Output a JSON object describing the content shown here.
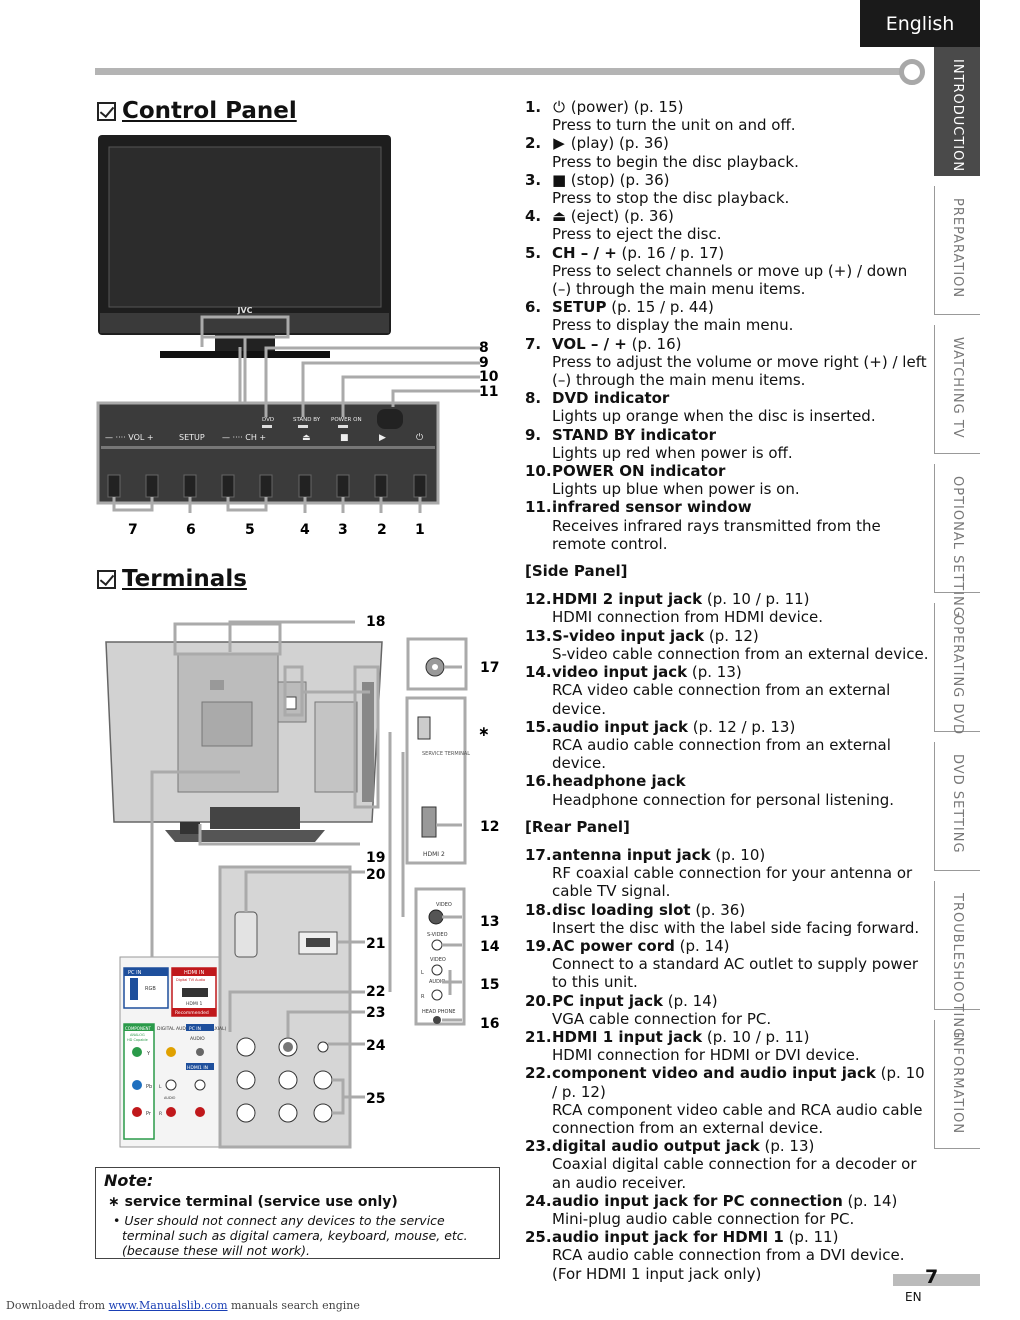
{
  "language": "English",
  "sidebar": {
    "tabs": [
      "INTRODUCTION",
      "PREPARATION",
      "WATCHING TV",
      "OPTIONAL SETTING",
      "OPERATING DVD",
      "DVD SETTING",
      "TROUBLESHOOTING",
      "INFORMATION"
    ]
  },
  "control_panel": {
    "title": "Control Panel",
    "brand": "JVC",
    "panel_labels": {
      "vol": "VOL",
      "setup": "SETUP",
      "ch": "CH",
      "dvd": "DVD",
      "standby": "STAND BY",
      "power_on": "POWER ON"
    },
    "callouts_top": [
      "8",
      "9",
      "10",
      "11"
    ],
    "callouts_bottom": [
      "7",
      "6",
      "5",
      "4",
      "3",
      "2",
      "1"
    ]
  },
  "terminals": {
    "title": "Terminals",
    "callouts": [
      "18",
      "17",
      "∗",
      "12",
      "19",
      "20",
      "21",
      "13",
      "14",
      "22",
      "15",
      "23",
      "16",
      "24",
      "25"
    ],
    "side_labels": {
      "service": "SERVICE TERMINAL",
      "hdmi2": "HDMI 2",
      "video": "VIDEO",
      "svideo": "S-VIDEO",
      "video2": "VIDEO",
      "audio": "AUDIO",
      "headphone": "HEAD PHONE",
      "l": "L",
      "r": "R"
    },
    "rear_labels": {
      "pcin": "PC IN",
      "rgb": "RGB",
      "hdmiin": "HDMI IN",
      "hdmi_sub": "Digital TVI Audio",
      "hdmi1": "HDMI 1",
      "recommended": "Recommended",
      "component": "COMPONENT",
      "analog": "ANALOG",
      "hd_capable": "HD Capable",
      "digital_audio": "DIGITAL AUDIO OUT (COAXIAL)",
      "pcin2": "PC IN",
      "audio2": "AUDIO",
      "hdmi1in": "HDMI1  IN",
      "y": "Y",
      "pb": "Pb",
      "pr": "Pr",
      "l": "L",
      "r": "R",
      "audio_small": "AUDIO"
    }
  },
  "note": {
    "title": "Note:",
    "item": "service terminal (service use only)",
    "star": "∗",
    "text": "User should not connect any devices to the service terminal such as digital camera, keyboard, mouse, etc. (because these will not work)."
  },
  "items_a": [
    {
      "n": "1.",
      "sym": "⏻",
      "bold": "",
      "ref": "(power) (p. 15)",
      "desc": "Press to turn the unit on and off."
    },
    {
      "n": "2.",
      "sym": "▶",
      "bold": "",
      "ref": "(play) (p. 36)",
      "desc": "Press to begin the disc playback."
    },
    {
      "n": "3.",
      "sym": "■",
      "bold": "",
      "ref": "(stop) (p. 36)",
      "desc": "Press to stop the disc playback."
    },
    {
      "n": "4.",
      "sym": "⏏",
      "bold": "",
      "ref": "(eject) (p. 36)",
      "desc": "Press to eject the disc."
    },
    {
      "n": "5.",
      "sym": "",
      "bold": "CH – / +",
      "ref": " (p. 16 / p. 17)",
      "desc": "Press to select channels or move up (+) / down (–) through the main menu items."
    },
    {
      "n": "6.",
      "sym": "",
      "bold": "SETUP",
      "ref": " (p. 15 / p. 44)",
      "desc": "Press to display the main menu."
    },
    {
      "n": "7.",
      "sym": "",
      "bold": "VOL – / +",
      "ref": " (p. 16)",
      "desc": "Press to adjust the volume or move right (+) / left (–) through the main menu items."
    },
    {
      "n": "8.",
      "sym": "",
      "bold": "DVD indicator",
      "ref": "",
      "desc": "Lights up orange when the disc is inserted."
    },
    {
      "n": "9.",
      "sym": "",
      "bold": "STAND BY indicator",
      "ref": "",
      "desc": "Lights up red when power is off."
    },
    {
      "n": "10.",
      "sym": "",
      "bold": "POWER ON indicator",
      "ref": "",
      "desc": "Lights up blue when power is on."
    },
    {
      "n": "11.",
      "sym": "",
      "bold": "infrared sensor window",
      "ref": "",
      "desc": "Receives infrared rays transmitted from the remote control."
    }
  ],
  "side_panel_heading": "[Side Panel]",
  "items_b": [
    {
      "n": "12.",
      "bold": "HDMI 2 input jack",
      "ref": " (p. 10 / p. 11)",
      "desc": "HDMI connection from HDMI device."
    },
    {
      "n": "13.",
      "bold": "S-video input jack",
      "ref": " (p. 12)",
      "desc": "S-video cable connection from an external device."
    },
    {
      "n": "14.",
      "bold": "video input jack",
      "ref": " (p. 13)",
      "desc": "RCA video cable connection from an external device."
    },
    {
      "n": "15.",
      "bold": "audio input jack",
      "ref": " (p. 12 / p. 13)",
      "desc": "RCA audio cable connection from an external device."
    },
    {
      "n": "16.",
      "bold": "headphone jack",
      "ref": "",
      "desc": "Headphone connection for personal listening."
    }
  ],
  "rear_panel_heading": "[Rear Panel]",
  "items_c": [
    {
      "n": "17.",
      "bold": "antenna input jack",
      "ref": " (p. 10)",
      "desc": "RF coaxial cable connection for your antenna or cable TV signal."
    },
    {
      "n": "18.",
      "bold": "disc loading slot",
      "ref": " (p. 36)",
      "desc": "Insert the disc with the label side facing forward."
    },
    {
      "n": "19.",
      "bold": "AC power cord",
      "ref": " (p. 14)",
      "desc": "Connect to a standard AC outlet to supply power to this unit."
    },
    {
      "n": "20.",
      "bold": "PC input jack",
      "ref": " (p. 14)",
      "desc": "VGA cable connection for PC."
    },
    {
      "n": "21.",
      "bold": "HDMI 1 input jack",
      "ref": " (p. 10 / p. 11)",
      "desc": "HDMI connection for HDMI or DVI device."
    },
    {
      "n": "22.",
      "bold": "component video and audio input jack",
      "ref": " (p. 10 / p. 12)",
      "desc": "RCA component video cable and RCA audio cable connection from an external device."
    },
    {
      "n": "23.",
      "bold": "digital audio output jack",
      "ref": " (p. 13)",
      "desc": "Coaxial digital cable connection for a decoder or an audio receiver."
    },
    {
      "n": "24.",
      "bold": "audio input jack for PC connection",
      "ref": " (p. 14)",
      "desc": "Mini-plug audio cable connection for PC."
    },
    {
      "n": "25.",
      "bold": "audio input jack for HDMI 1",
      "ref": " (p. 11)",
      "desc": "RCA audio cable connection from a DVI device. (For HDMI 1 input jack only)"
    }
  ],
  "page": {
    "number": "7",
    "lang": "EN"
  },
  "footer": {
    "prefix": "Downloaded from ",
    "link": "www.Manualslib.com",
    "suffix": "  manuals search engine"
  }
}
